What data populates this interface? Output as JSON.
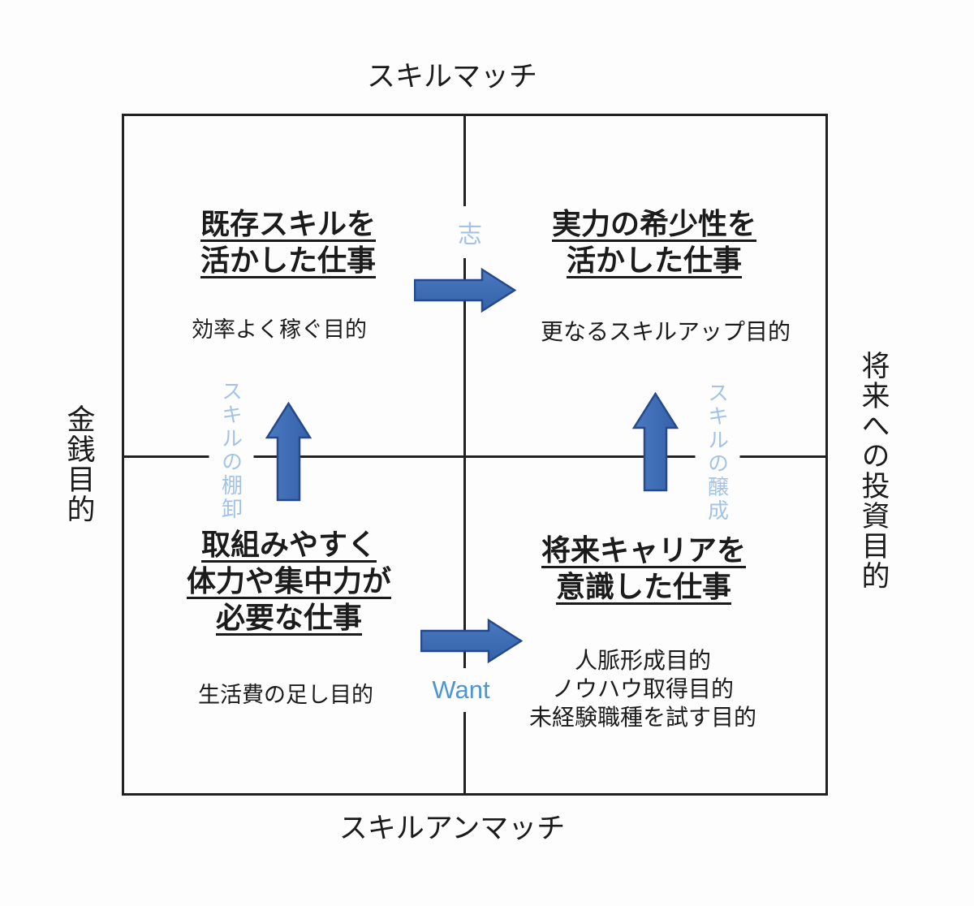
{
  "axes": {
    "top": "スキルマッチ",
    "bottom": "スキルアンマッチ",
    "left": "金銭目的",
    "right": "将来への投資目的"
  },
  "quadrants": {
    "top_left": {
      "title": "既存スキルを\n活かした仕事",
      "subtitle": "効率よく稼ぐ目的"
    },
    "top_right": {
      "title": "実力の希少性を\n活かした仕事",
      "subtitle": "更なるスキルアップ目的"
    },
    "bottom_left": {
      "title": "取組みやすく\n体力や集中力が\n必要な仕事",
      "subtitle": "生活費の足し目的"
    },
    "bottom_right": {
      "title": "将来キャリアを\n意識した仕事",
      "subtitle": "人脈形成目的\nノウハウ取得目的\n未経験職種を試す目的"
    }
  },
  "flow_labels": {
    "top_center": "志",
    "bottom_center": "Want",
    "left_vertical": "スキルの棚卸",
    "right_vertical": "スキルの醸成"
  },
  "colors": {
    "line": "#222222",
    "text": "#1b1b1b",
    "flow_light_blue": "#a3c3e6",
    "want_blue": "#4e96d2",
    "arrow_fill_light": "#4a7ac2",
    "arrow_fill_dark": "#3561a8",
    "arrow_stroke": "#24498c",
    "bg": "#fdfdfd"
  }
}
